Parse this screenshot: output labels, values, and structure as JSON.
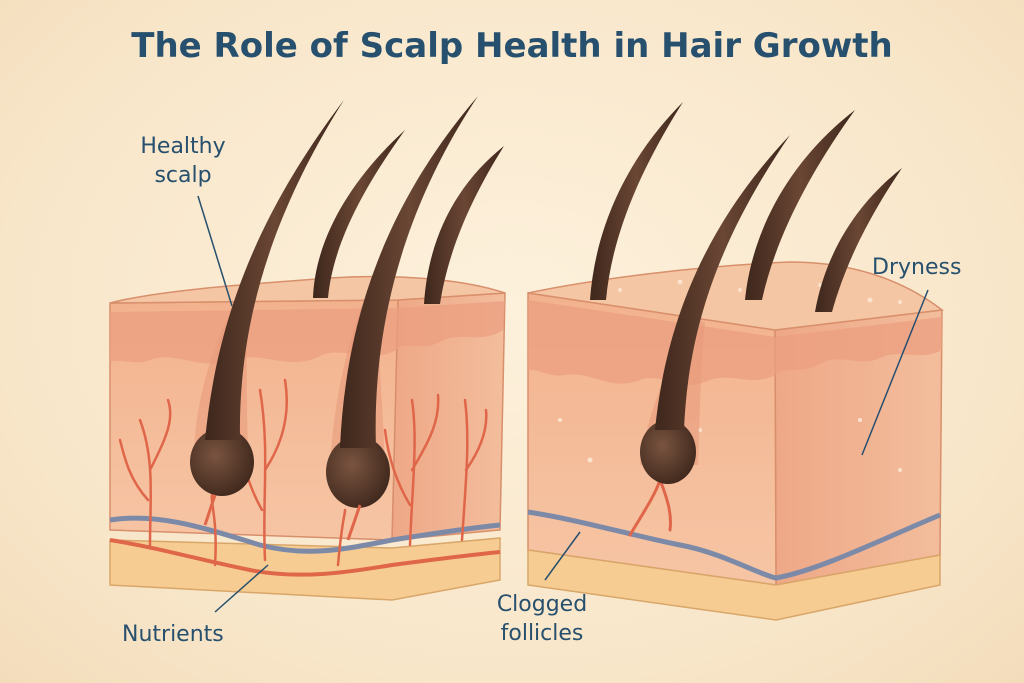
{
  "title": "The Role of Scalp Health in Hair Growth",
  "labels": {
    "healthy_line1": "Healthy",
    "healthy_line2": "scalp",
    "dryness": "Dryness",
    "nutrients": "Nutrients",
    "clogged_line1": "Clogged",
    "clogged_line2": "follicles"
  },
  "colors": {
    "title": "#27506e",
    "skin": "#f2b896",
    "hair": "#5a3a2a",
    "vessel": "#e0664a",
    "nerve": "#7c8aa8",
    "fat": "#f6cc92"
  }
}
